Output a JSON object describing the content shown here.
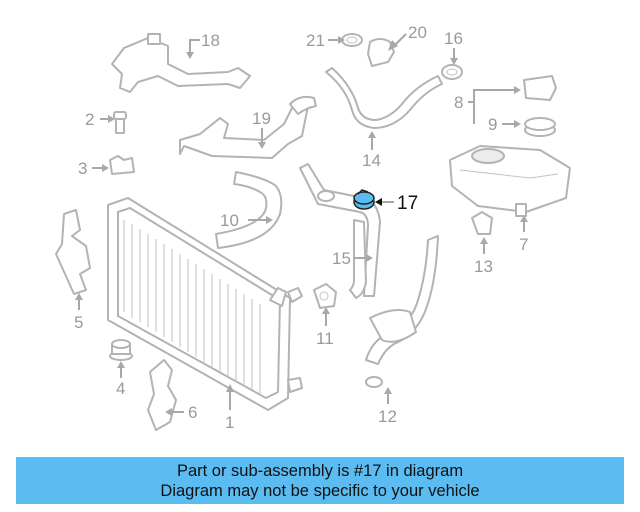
{
  "diagram": {
    "callouts": [
      "1",
      "2",
      "3",
      "4",
      "5",
      "6",
      "7",
      "8",
      "9",
      "10",
      "11",
      "12",
      "13",
      "14",
      "15",
      "16",
      "17",
      "18",
      "19",
      "20",
      "21"
    ],
    "highlighted_part": "17",
    "highlight_color": "#5bbcf2",
    "part_line_color": "#b3b3b3"
  },
  "banner": {
    "line1": "Part or sub-assembly is #17 in diagram",
    "line2": "Diagram may not be specific to your vehicle",
    "color": "#5bbcf2"
  }
}
